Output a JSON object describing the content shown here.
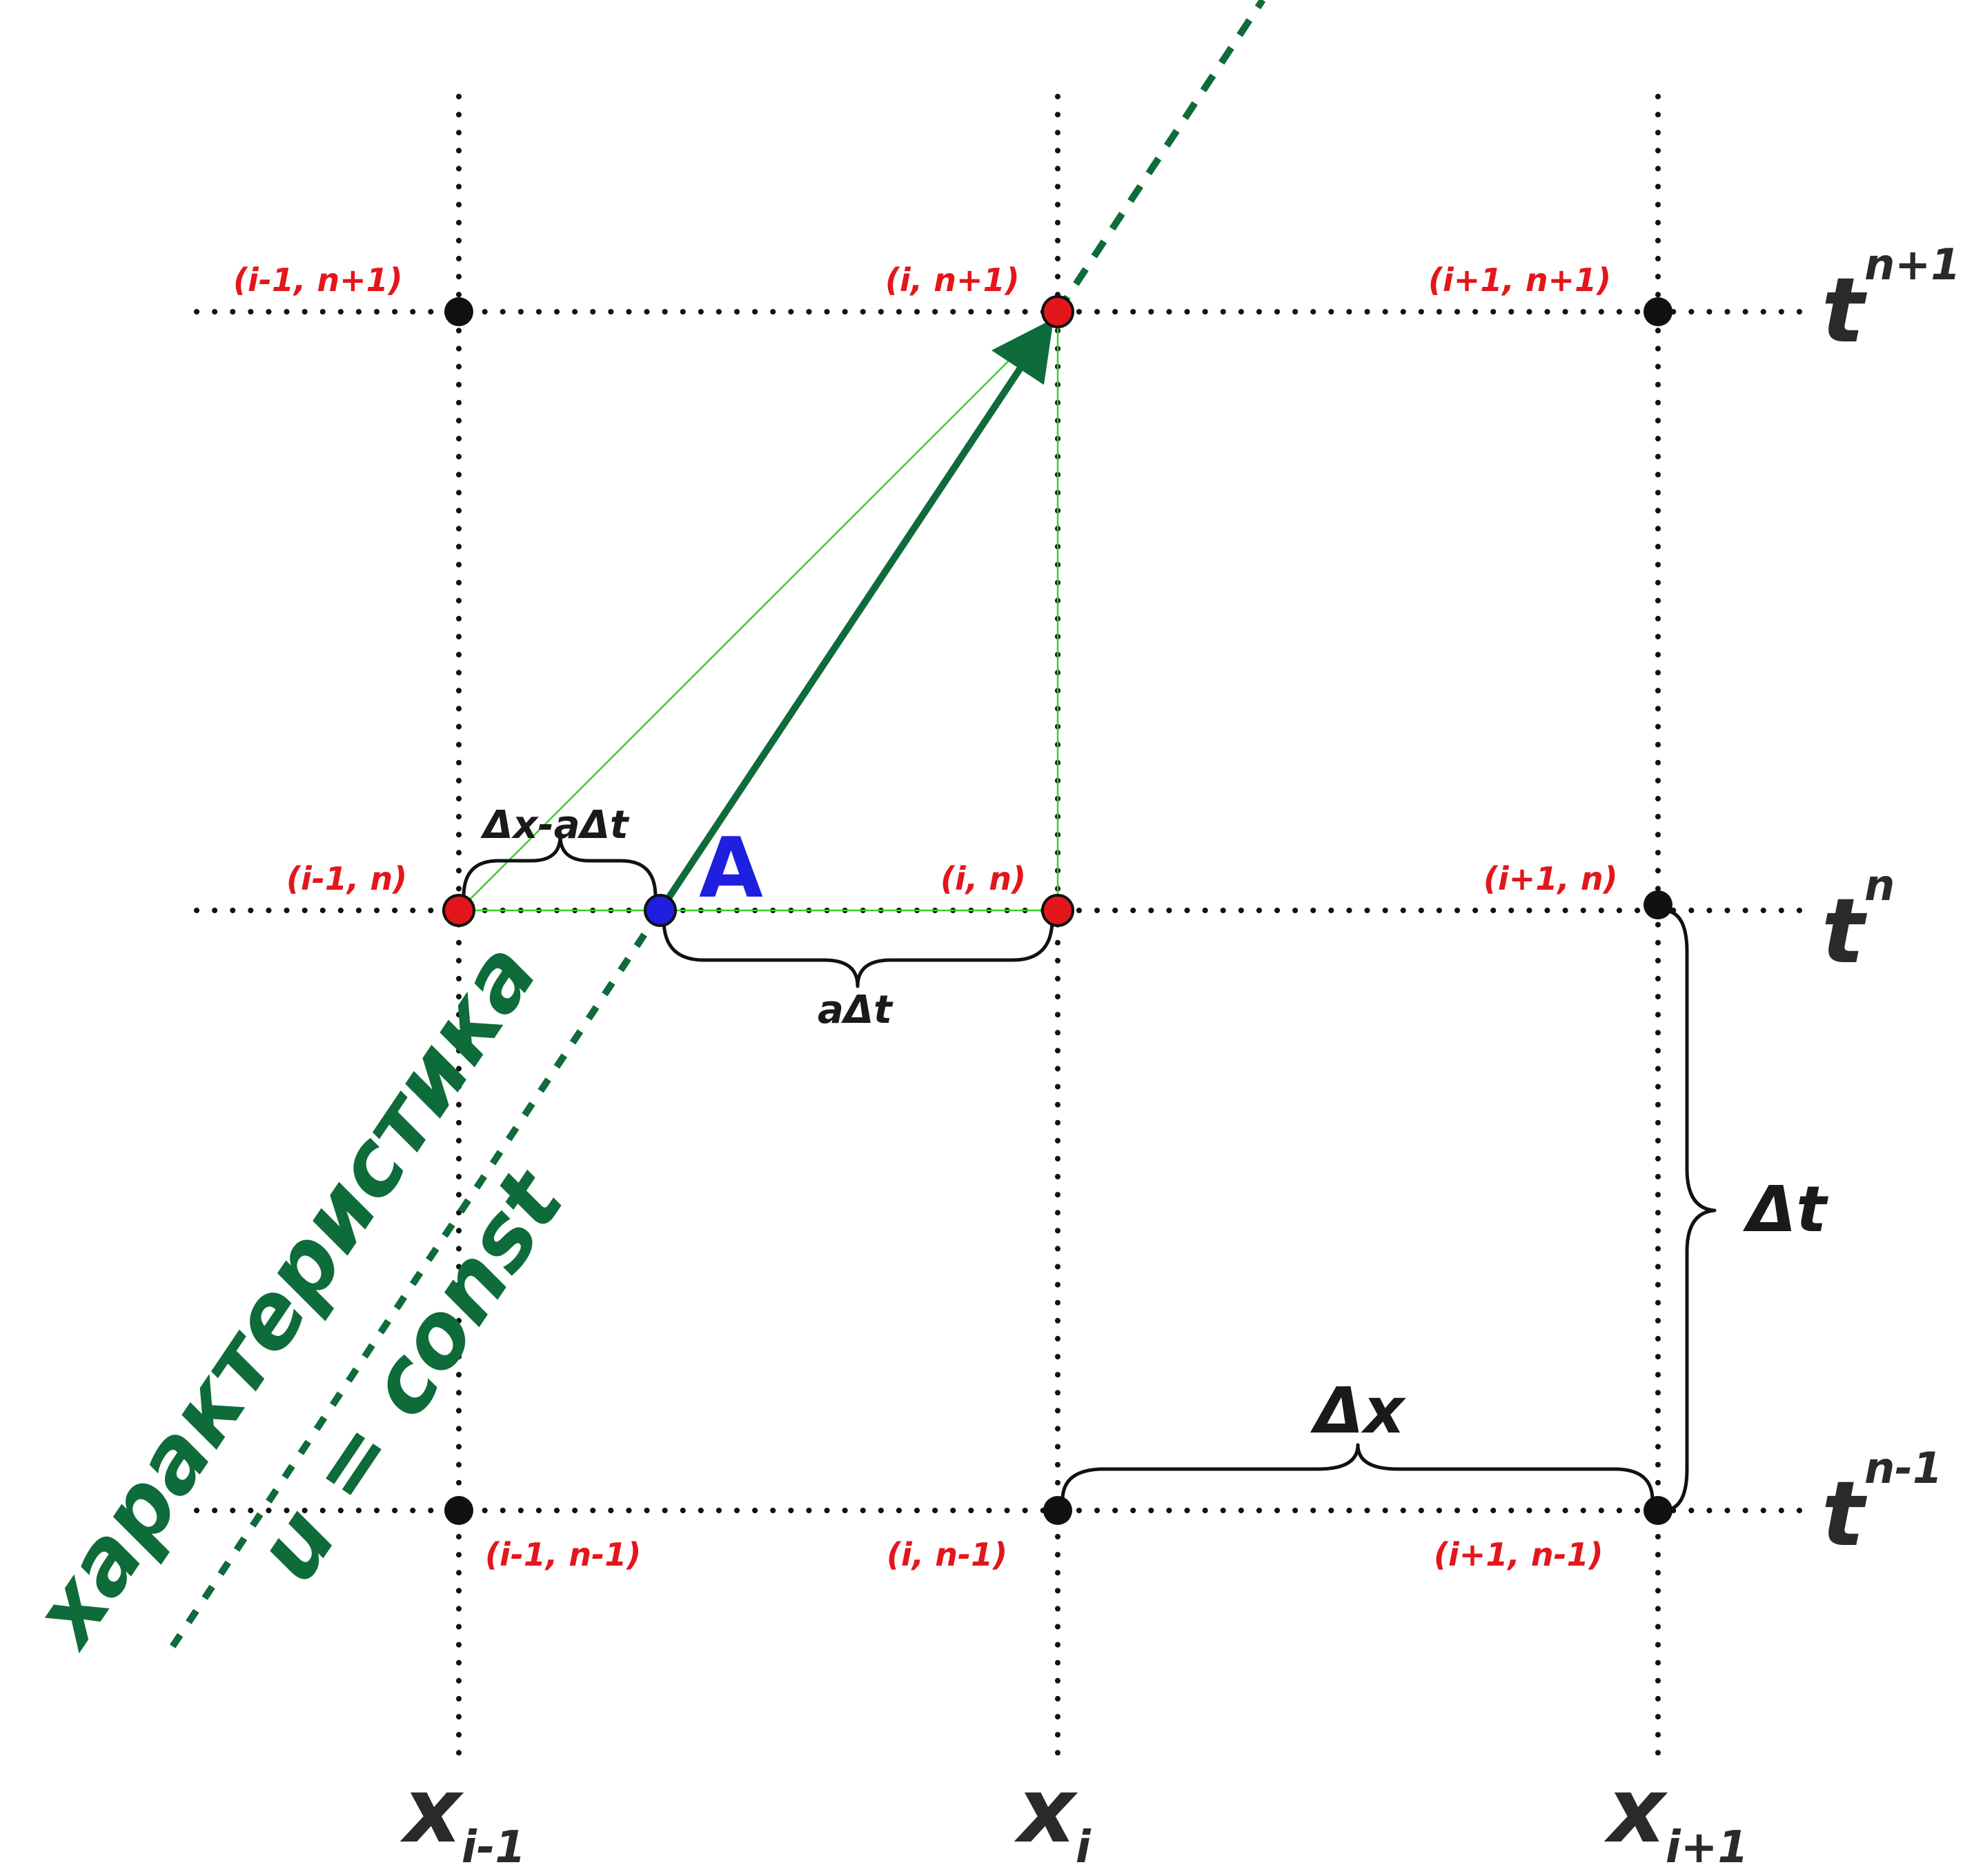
{
  "axes": {
    "x_labels": [
      {
        "main": "x",
        "sub": "i-1"
      },
      {
        "main": "x",
        "sub": "i"
      },
      {
        "main": "x",
        "sub": "i+1"
      }
    ],
    "t_labels": [
      {
        "main": "t",
        "sup": "n+1"
      },
      {
        "main": "t",
        "sup": "n"
      },
      {
        "main": "t",
        "sup": "n-1"
      }
    ]
  },
  "nodes": {
    "row_n_plus_1": [
      "(i-1, n+1)",
      "(i, n+1)",
      "(i+1, n+1)"
    ],
    "row_n": [
      "(i-1, n)",
      "(i, n)",
      "(i+1, n)"
    ],
    "row_n_minus_1": [
      "(i-1, n-1)",
      "(i, n-1)",
      "(i+1, n-1)"
    ]
  },
  "point_A": "A",
  "dimensions": {
    "dx_minus_adt": "Δx-aΔt",
    "adt": "aΔt",
    "dt": "Δt",
    "dx": "Δx"
  },
  "characteristic": {
    "line1": "характеристика",
    "line2": "u = const"
  },
  "colors": {
    "node_red": "#e3161c",
    "node_black": "#111111",
    "point_blue": "#1f1fe0",
    "characteristic_green": "#0e6b3a",
    "triangle_green": "#36d12a"
  }
}
